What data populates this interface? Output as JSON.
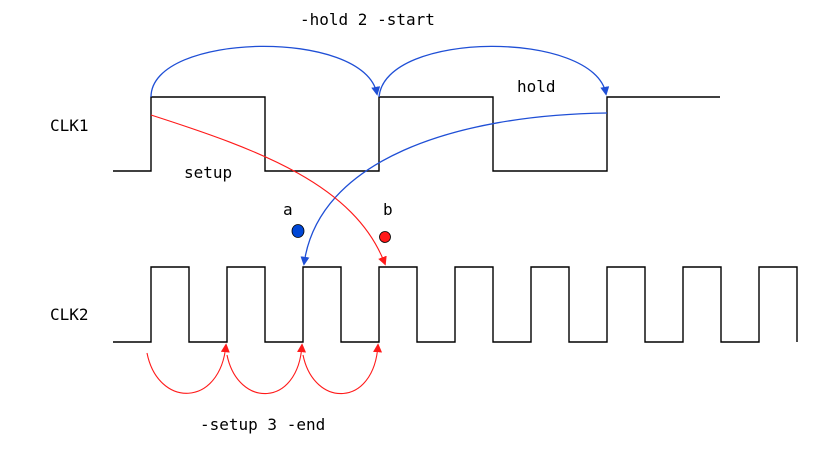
{
  "title": "-hold 2 -start",
  "footer": "-setup 3 -end",
  "signals": {
    "clk1": {
      "label": "CLK1"
    },
    "clk2": {
      "label": "CLK2"
    }
  },
  "annotations": {
    "hold": "hold",
    "setup": "setup"
  },
  "markers": {
    "a": {
      "label": "a",
      "color": "#0047d6"
    },
    "b": {
      "label": "b",
      "color": "#ff1a1a"
    }
  },
  "colors": {
    "hold_arrows": "#1f4fd6",
    "setup_arrows": "#ff1a1a",
    "waveform": "#000000"
  }
}
